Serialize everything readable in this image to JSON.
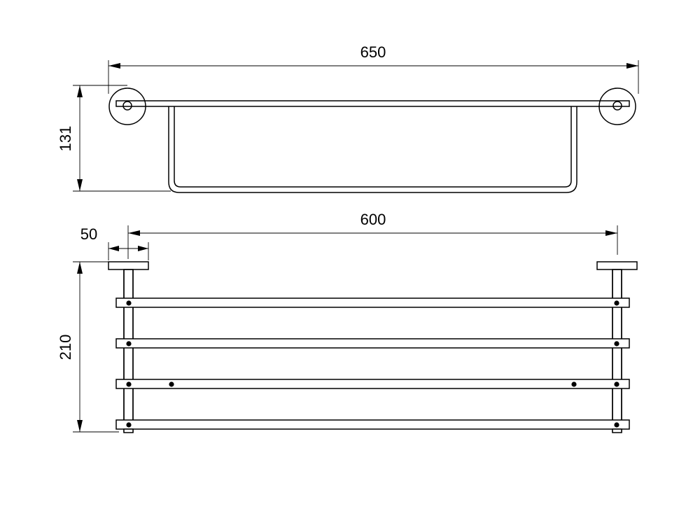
{
  "dimensions": {
    "top_view": {
      "overall_width": "650",
      "depth": "131"
    },
    "front_view": {
      "bracket_spacing": "600",
      "bracket_width": "50",
      "height": "210"
    }
  },
  "line_color": "#000000",
  "background_color": "#ffffff"
}
